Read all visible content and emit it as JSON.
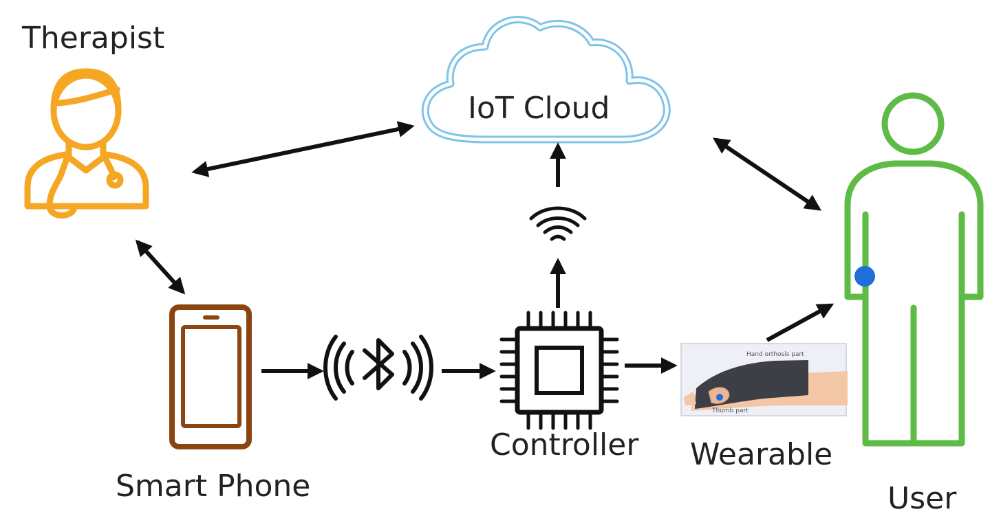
{
  "labels": {
    "therapist": "Therapist",
    "cloud": "IoT Cloud",
    "user": "User",
    "smartphone": "Smart Phone",
    "controller": "Controller",
    "wearable": "Wearable"
  },
  "wearable_photo_labels": {
    "top": "Hand orthosis part",
    "bottom": "Thumb part"
  },
  "icons": {
    "therapist": "doctor-icon",
    "cloud": "cloud-icon",
    "user": "person-icon",
    "smartphone": "smartphone-icon",
    "bluetooth": "bluetooth-icon",
    "controller": "microchip-icon",
    "wifi": "wifi-icon",
    "wearable": "hand-orthosis-photo"
  },
  "colors": {
    "therapist": "#F5A623",
    "cloud": "#7EC4EA",
    "user": "#5DBB46",
    "smartphone": "#8B4513",
    "sensor_dot": "#1E6FD9",
    "arrow": "#111111"
  }
}
